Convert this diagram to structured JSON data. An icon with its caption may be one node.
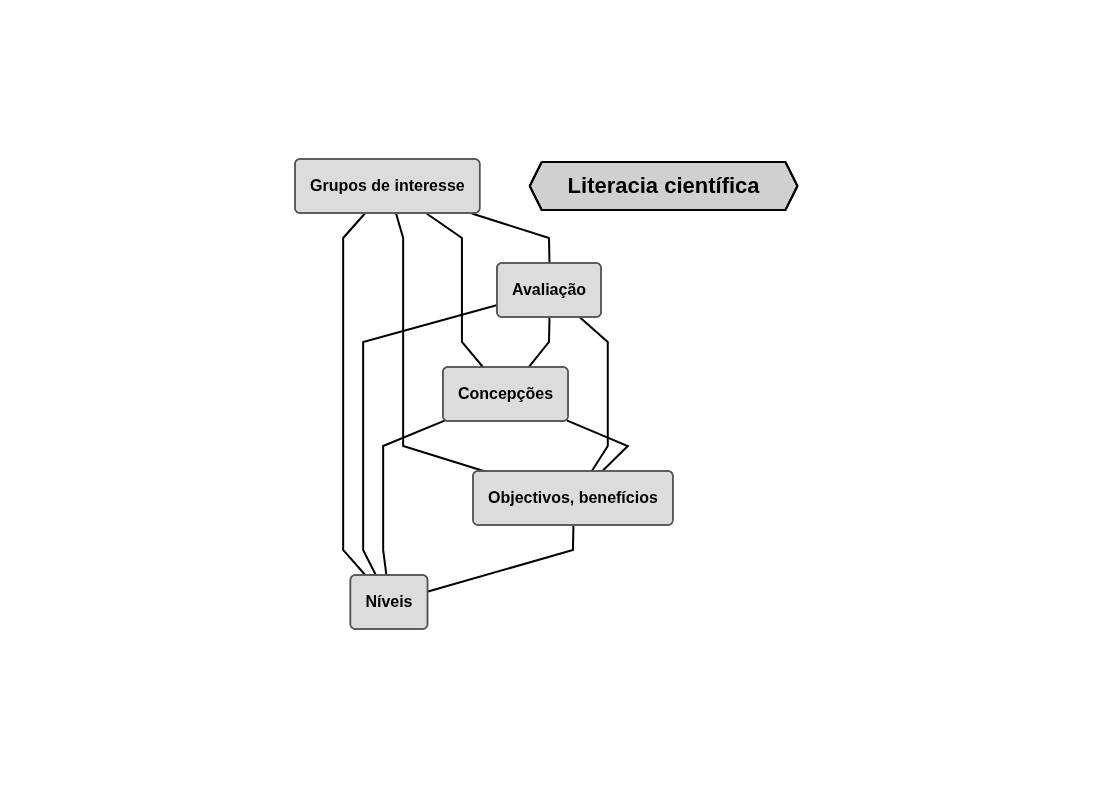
{
  "diagram": {
    "nodes": [
      {
        "text": [
          "Grupos de interesse"
        ]
      },
      {
        "text": [
          "Avaliação"
        ]
      },
      {
        "text": [
          "Concepções"
        ]
      },
      {
        "text": [
          "Literacia científica"
        ]
      },
      {
        "text": [
          "Objectivos, benefícios"
        ]
      },
      {
        "text": [
          "Níveis"
        ]
      }
    ],
    "edges": [
      {
        "from": 0,
        "to": 1,
        "arrow": "none"
      },
      {
        "from": 0,
        "to": 2,
        "arrow": "none"
      },
      {
        "from": 0,
        "to": 4,
        "arrow": "none"
      },
      {
        "from": 0,
        "to": 5,
        "arrow": "none"
      },
      {
        "from": 1,
        "to": 2,
        "arrow": "none"
      },
      {
        "from": 1,
        "to": 4,
        "arrow": "none"
      },
      {
        "from": 1,
        "to": 5,
        "arrow": "none"
      },
      {
        "from": 2,
        "to": 4,
        "arrow": "none"
      },
      {
        "from": 2,
        "to": 5,
        "arrow": "none"
      },
      {
        "from": 4,
        "to": 5,
        "arrow": "none"
      }
    ]
  }
}
